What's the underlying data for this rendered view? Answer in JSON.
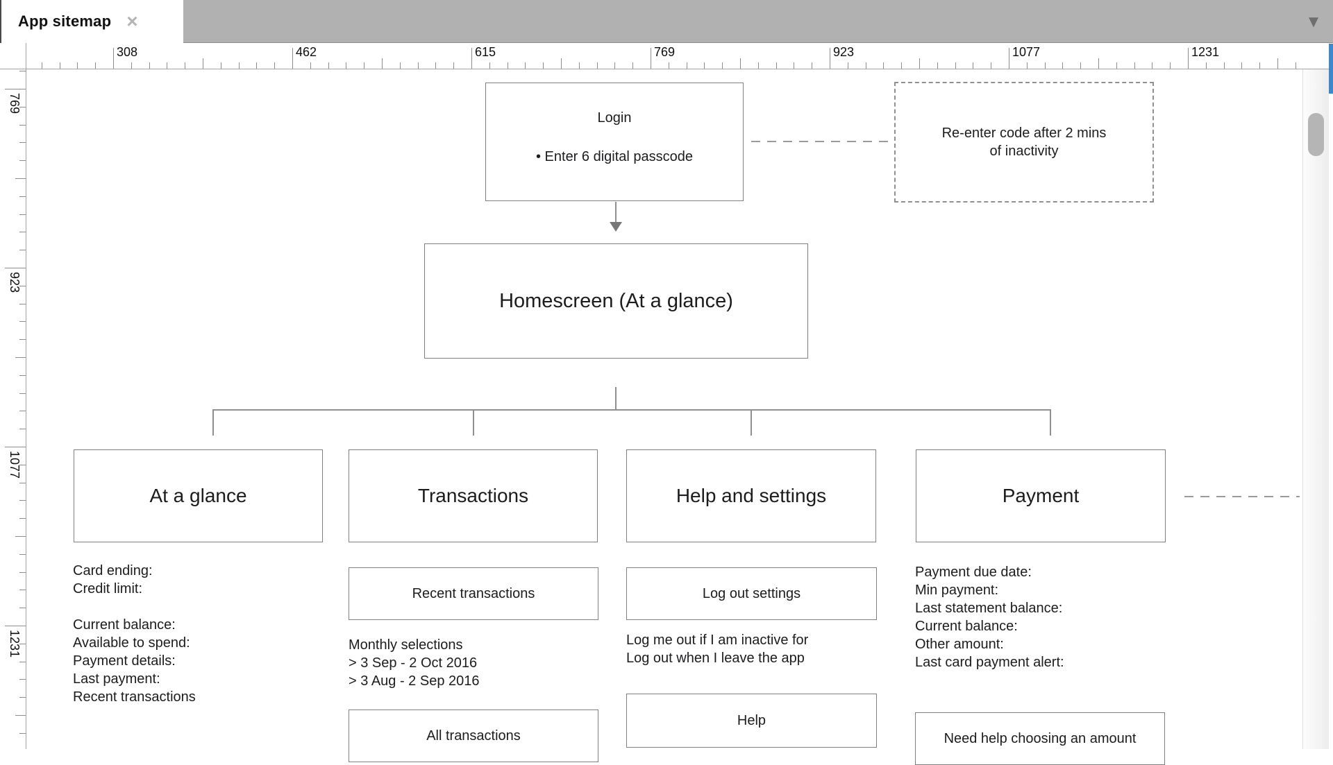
{
  "window": {
    "tab_title": "App sitemap",
    "close_icon": "×",
    "dropdown_icon": "▼"
  },
  "colors": {
    "chrome_gray": "#b1b1b1",
    "accent_blue": "#3b87d0",
    "box_border_gray": "#7f7f7f",
    "connector_gray": "#8f8f8f"
  },
  "rulers": {
    "horizontal_labels": [
      "308",
      "462",
      "615",
      "769",
      "923",
      "1077",
      "1231"
    ],
    "vertical_labels": [
      "769",
      "923",
      "1077",
      "1231"
    ]
  },
  "diagram": {
    "login": {
      "title": "Login",
      "bullet": "• Enter 6 digital passcode"
    },
    "reenter_note": {
      "text": "Re-enter code after 2 mins of inactivity"
    },
    "homescreen": {
      "title": "Homescreen (At a glance)"
    },
    "sections": [
      {
        "title": "At a glance",
        "list": [
          "Card ending:",
          "Credit limit:",
          "",
          "Current balance:",
          "Available to spend:",
          "Payment details:",
          "Last payment:",
          "Recent transactions"
        ]
      },
      {
        "title": "Transactions",
        "sub_box1": "Recent transactions",
        "list": [
          "Monthly selections",
          "> 3 Sep - 2 Oct 2016",
          "> 3 Aug - 2 Sep 2016"
        ],
        "sub_box2": "All transactions"
      },
      {
        "title": "Help and settings",
        "sub_box1": "Log out settings",
        "list": [
          "Log me out if I am inactive for",
          "Log out when I leave the app"
        ],
        "sub_box2": "Help"
      },
      {
        "title": "Payment",
        "list": [
          "Payment due date:",
          "Min payment:",
          "Last statement balance:",
          "Current balance:",
          "Other amount:",
          "Last card payment alert:"
        ],
        "sub_box2": "Need help choosing an amount"
      }
    ]
  }
}
